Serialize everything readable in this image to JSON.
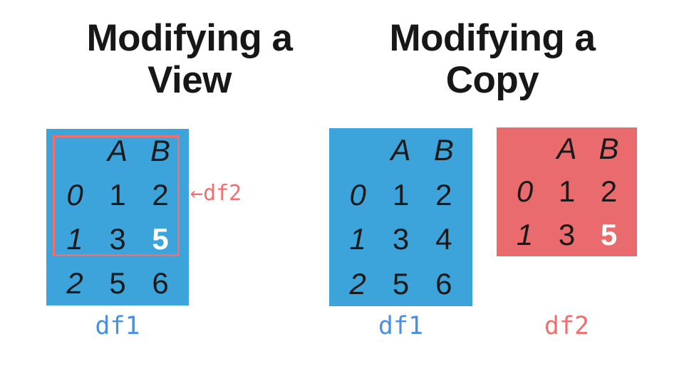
{
  "palette": {
    "table_blue": "#3DA4DB",
    "table_red": "#E96B6D",
    "accent_red": "#F06F6F",
    "label_blue": "#4A90E2",
    "text_dark": "#1A1A1A",
    "highlight_white": "#FFFFFF"
  },
  "view_panel": {
    "title_line1": "Modifying a",
    "title_line2": "View",
    "df1": {
      "col_headers": [
        "A",
        "B"
      ],
      "rows": [
        {
          "index": "0",
          "a": "1",
          "b": "2"
        },
        {
          "index": "1",
          "a": "3",
          "b": "5"
        },
        {
          "index": "2",
          "a": "5",
          "b": "6"
        }
      ],
      "label": "df1"
    },
    "df2_annotation": {
      "arrow": "←",
      "label": "df2"
    }
  },
  "copy_panel": {
    "title_line1": "Modifying a",
    "title_line2": "Copy",
    "df1": {
      "col_headers": [
        "A",
        "B"
      ],
      "rows": [
        {
          "index": "0",
          "a": "1",
          "b": "2"
        },
        {
          "index": "1",
          "a": "3",
          "b": "4"
        },
        {
          "index": "2",
          "a": "5",
          "b": "6"
        }
      ],
      "label": "df1"
    },
    "df2": {
      "col_headers": [
        "A",
        "B"
      ],
      "rows": [
        {
          "index": "0",
          "a": "1",
          "b": "2"
        },
        {
          "index": "1",
          "a": "3",
          "b": "5"
        }
      ],
      "label": "df2"
    }
  }
}
